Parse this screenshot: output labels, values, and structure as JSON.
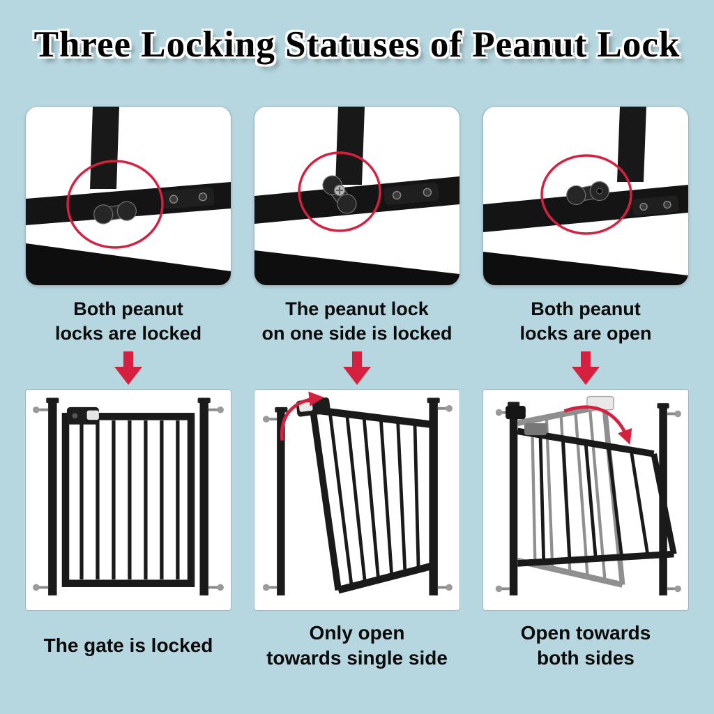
{
  "page": {
    "title": "Three Locking Statuses of Peanut Lock",
    "background_color": "#b7d7e0"
  },
  "colors": {
    "accent_red": "#d6203f",
    "gate_black": "#1a1a1a",
    "ghost_gate_gray": "#8f8f8f",
    "panel_white": "#ffffff"
  },
  "icons": {
    "down_arrow": "red-down-arrow",
    "swing_arrow": "red-curved-arrow",
    "lock_highlight": "red-circle-annotation"
  },
  "columns": [
    {
      "top_caption_line1": "Both peanut",
      "top_caption_line2": "locks are locked",
      "bottom_caption_line1": "The gate is locked",
      "bottom_caption_line2": ""
    },
    {
      "top_caption_line1": "The peanut lock",
      "top_caption_line2": "on one side is locked",
      "bottom_caption_line1": "Only open",
      "bottom_caption_line2": "towards single side"
    },
    {
      "top_caption_line1": "Both peanut",
      "top_caption_line2": "locks are open",
      "bottom_caption_line1": "Open towards",
      "bottom_caption_line2": "both sides"
    }
  ]
}
